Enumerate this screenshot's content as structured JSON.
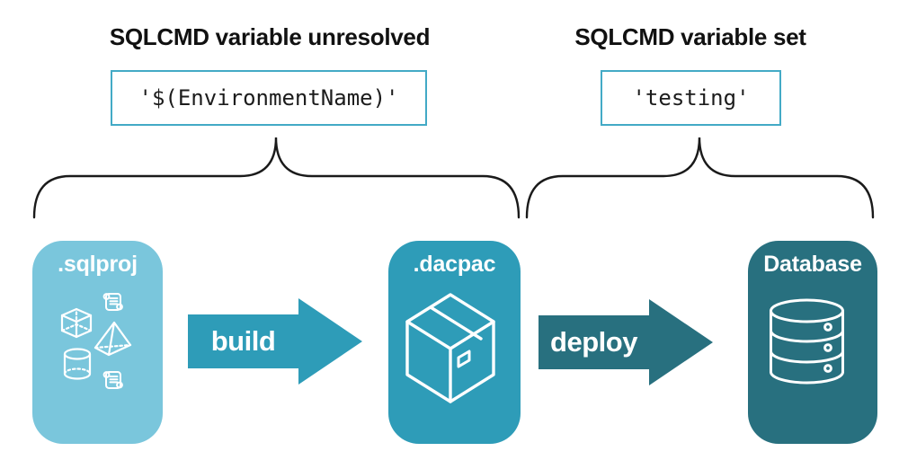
{
  "colors": {
    "light_blue": "#7AC6DC",
    "mid_teal": "#2E9CB8",
    "dark_teal": "#28707F",
    "box_border": "#43AAC6",
    "text": "#111111",
    "brace": "#1A1A1A"
  },
  "left_group": {
    "heading": "SQLCMD variable unresolved",
    "code": "'$(EnvironmentName)'"
  },
  "right_group": {
    "heading": "SQLCMD variable set",
    "code": "'testing'"
  },
  "pipeline": {
    "sqlproj_label": ".sqlproj",
    "build_label": "build",
    "dacpac_label": ".dacpac",
    "deploy_label": "deploy",
    "database_label": "Database"
  },
  "icons": {
    "sqlproj": [
      "scroll-icon",
      "cube-icon",
      "pyramid-icon",
      "cylinder-icon",
      "scroll-icon"
    ],
    "dacpac": "package-icon",
    "database": "database-cylinder-icon"
  }
}
